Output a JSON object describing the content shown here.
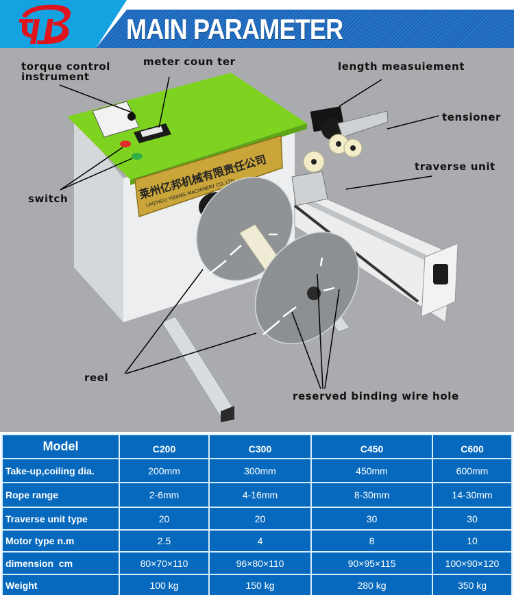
{
  "header": {
    "logo_text": "YB",
    "title": "MAIN PARAMETER",
    "colors": {
      "logo_bg": "#15a2e1",
      "banner": "#1a62b4",
      "logo": "#e0141c"
    }
  },
  "photo": {
    "callouts": {
      "torque": "torque control\ninstrument",
      "meter_counter": "meter coun ter",
      "length": "length measuiement",
      "tensioner": "tensioner",
      "traverse": "traverse unit",
      "switch": "switch",
      "reel": "reel",
      "binding_hole": "reserved binding wire hole"
    },
    "nameplate": {
      "chinese": "莱州亿邦机械有限责任公司",
      "english": "LAIZHOU YIBANG MACHINERY CO.,LTD"
    },
    "colors": {
      "top_panel": "#7ed321",
      "body": "#e6e7e9",
      "nameplate": "#c9a53a"
    }
  },
  "table": {
    "headers": [
      "Model",
      "C200",
      "C300",
      "C450",
      "C600"
    ],
    "rows": [
      {
        "label": "Take-up,coiling dia.",
        "values": [
          "200mm",
          "300mm",
          "450mm",
          "600mm"
        ]
      },
      {
        "label": "Rope range",
        "values": [
          "2-6mm",
          "4-16mm",
          "8-30mm",
          "14-30mm"
        ]
      },
      {
        "label": "Traverse unit type",
        "values": [
          "20",
          "20",
          "30",
          "30"
        ]
      },
      {
        "label": "Motor type n.m",
        "values": [
          "2.5",
          "4",
          "8",
          "10"
        ]
      },
      {
        "label": "dimension  cm",
        "values": [
          "80×70×110",
          "96×80×110",
          "90×95×115",
          "100×90×120"
        ]
      },
      {
        "label": "Weight",
        "values": [
          "100 kg",
          "150 kg",
          "280 kg",
          "350 kg"
        ]
      }
    ],
    "colors": {
      "cell": "#0769bd",
      "border": "#d8eefa"
    }
  }
}
